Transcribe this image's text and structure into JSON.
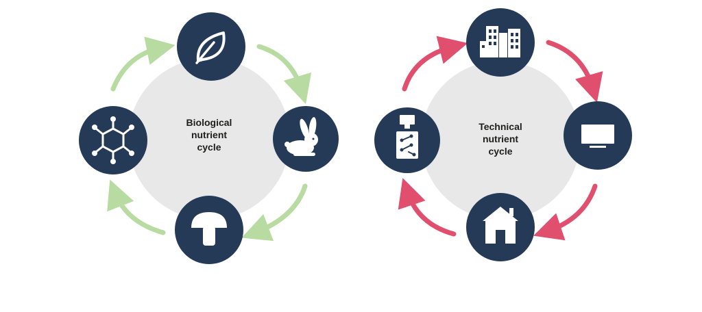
{
  "colors": {
    "node_fill": "#243a57",
    "icon_fill": "#ffffff",
    "hub_fill": "#e8e8e8",
    "bio_arrow": "#b7dba0",
    "tech_arrow": "#e0506e",
    "text": "#1d1d1b"
  },
  "biological": {
    "label_lines": [
      "Biological",
      "nutrient",
      "cycle"
    ],
    "nodes": [
      "leaf-icon",
      "rabbit-icon",
      "mushroom-icon",
      "molecule-icon"
    ]
  },
  "technical": {
    "label_lines": [
      "Technical",
      "nutrient",
      "cycle"
    ],
    "nodes": [
      "factory-buildings-icon",
      "monitor-icon",
      "house-icon",
      "circuit-component-icon"
    ]
  }
}
